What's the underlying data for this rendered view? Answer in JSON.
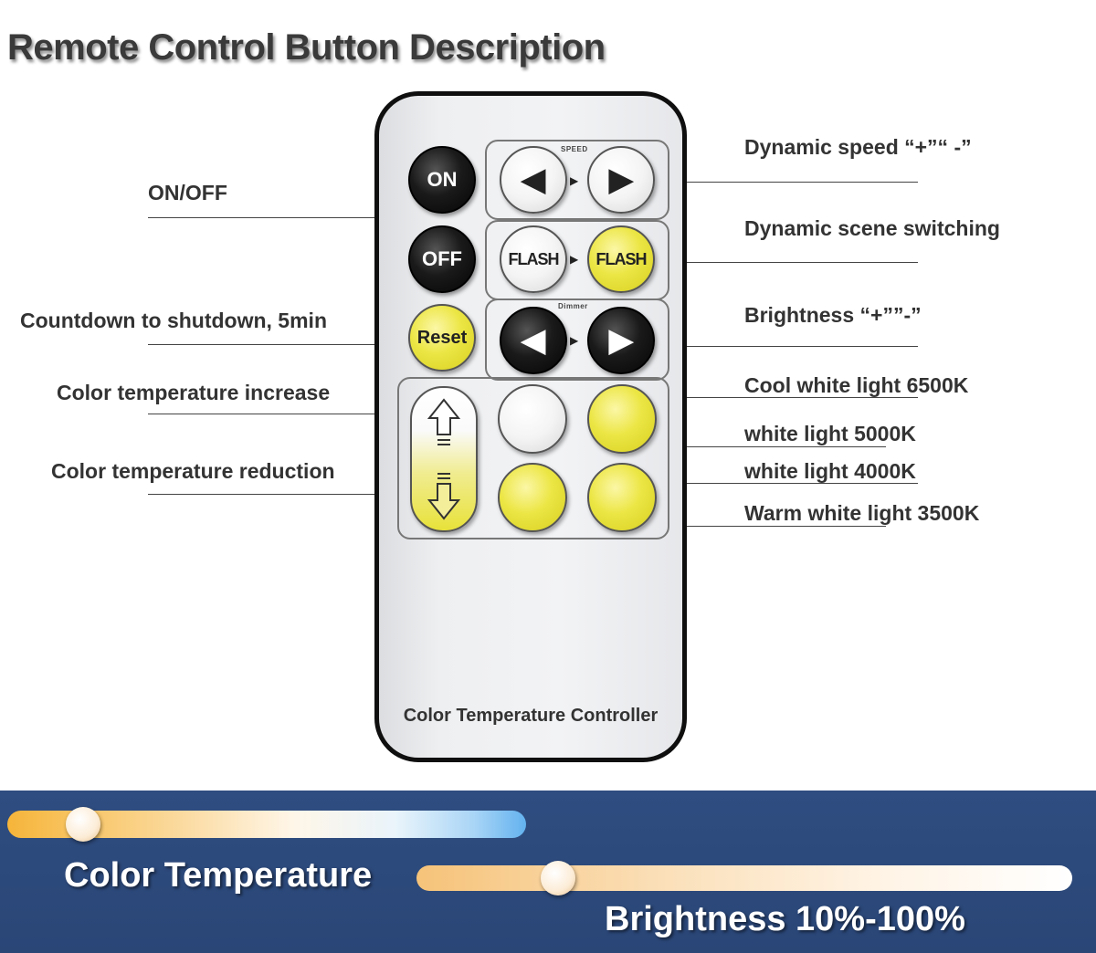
{
  "title": "Remote Control Button Description",
  "labels": {
    "on_off": "ON/OFF",
    "countdown": "Countdown to shutdown, 5min",
    "ct_increase": "Color temperature increase",
    "ct_reduction": "Color temperature reduction",
    "dynamic_speed": "Dynamic speed “+”“ -”",
    "scene_switching": "Dynamic scene switching",
    "brightness": "Brightness “+””-”",
    "cool_white": "Cool white light 6500K",
    "white_5000": "white light 5000K",
    "white_4000": "white light 4000K",
    "warm_white": "Warm white light 3500K"
  },
  "remote": {
    "on": "ON",
    "off": "OFF",
    "reset": "Reset",
    "speed_caption": "SPEED",
    "dimmer_caption": "Dimmer",
    "flash_left": "FLASH",
    "flash_right": "FLASH",
    "arrow_left": "◀",
    "arrow_right": "▶",
    "small_arrow": "▶",
    "brand": "Color Temperature Controller"
  },
  "banner": {
    "color_temperature": "Color Temperature",
    "brightness": "Brightness 10%-100%",
    "color_temperature_level": 0.12,
    "brightness_level": 0.2
  },
  "colors": {
    "button_yellow": "#ece645",
    "button_black": "#0a0a0a",
    "banner_blue": "#2f4d80"
  }
}
